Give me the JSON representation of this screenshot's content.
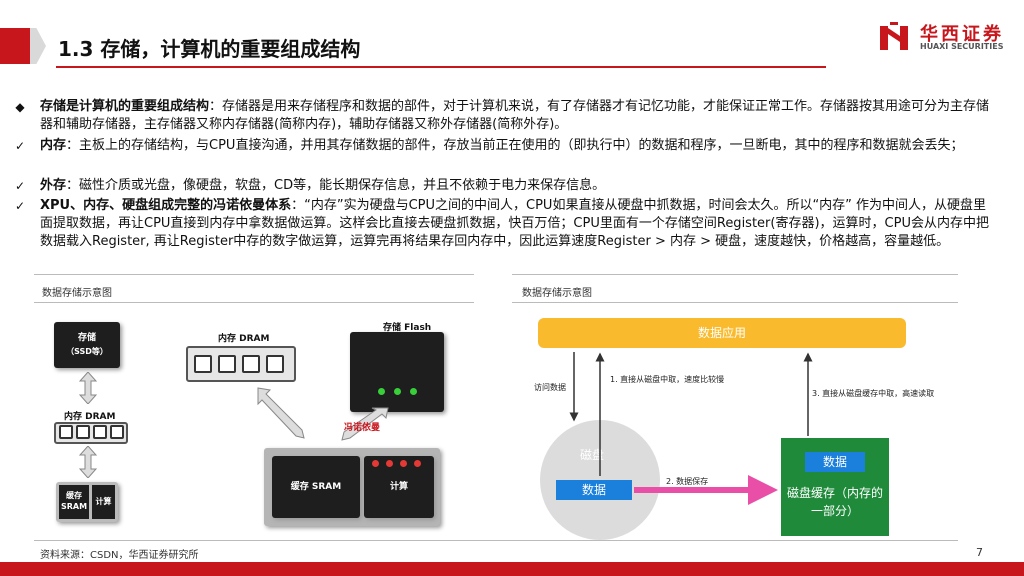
{
  "header": {
    "title": "1.3 存储，计算机的重要组成结构",
    "logo_cn": "华西证券",
    "logo_en": "HUAXI SECURITIES"
  },
  "paragraphs": [
    {
      "bullet": "◆",
      "bold": "存储是计算机的重要组成结构",
      "text": "：存储器是用来存储程序和数据的部件，对于计算机来说，有了存储器才有记忆功能，才能保证正常工作。存储器按其用途可分为主存储器和辅助存储器，主存储器又称内存储器(简称内存)，辅助存储器又称外存储器(简称外存)。"
    },
    {
      "bullet": "✓",
      "bold": "内存",
      "text": "：主板上的存储结构，与CPU直接沟通，并用其存储数据的部件，存放当前正在使用的（即执行中）的数据和程序，一旦断电，其中的程序和数据就会丢失；"
    },
    {
      "bullet": "✓",
      "bold": "外存",
      "text": "：磁性介质或光盘，像硬盘，软盘，CD等，能长期保存信息，并且不依赖于电力来保存信息。"
    },
    {
      "bullet": "✓",
      "bold": "XPU、内存、硬盘组成完整的冯诺依曼体系",
      "text": "：“内存”实为硬盘与CPU之间的中间人，CPU如果直接从硬盘中抓数据，时间会太久。所以“内存” 作为中间人，从硬盘里面提取数据，再让CPU直接到内存中拿数据做运算。这样会比直接去硬盘抓数据，快百万倍；CPU里面有一个存储空间Register(寄存器)，运算时，CPU会从内存中把数据载入Register, 再让Register中存的数字做运算，运算完再将结果存回内存中，因此运算速度Register > 内存 > 硬盘，速度越快，价格越高，容量越低。"
    }
  ],
  "left_figure": {
    "caption": "数据存储示意图",
    "storage_label": "存储",
    "ssd_label": "（SSD等）",
    "dram_label": "内存 DRAM",
    "dram_label_top": "内存 DRAM",
    "flash_label": "存储 Flash",
    "sram_label": "缓存 SRAM",
    "sram_label_small": "缓存 SRAM",
    "compute_label": "计算",
    "compute_label_small": "计算",
    "von_neumann_label": "冯诺依曼"
  },
  "right_figure": {
    "caption": "数据存储示意图",
    "app_label": "数据应用",
    "access_label": "访问数据",
    "note1": "1. 直接从磁盘中取，速度比较慢",
    "note2": "2. 数据保存",
    "note3": "3. 直接从磁盘缓存中取，高速读取",
    "disk_label": "磁盘",
    "data_label": "数据",
    "cache_data_label": "数据",
    "cache_label": "磁盘缓存（内存的一部分）"
  },
  "footer": {
    "source": "资料来源：CSDN，华西证券研究所",
    "page": "7"
  },
  "colors": {
    "brand_red": "#c8161d",
    "app_yellow": "#f9bb2d",
    "data_blue": "#1b7fdc",
    "cache_green": "#1e8a3a",
    "arrow_pink": "#e94fa7"
  }
}
